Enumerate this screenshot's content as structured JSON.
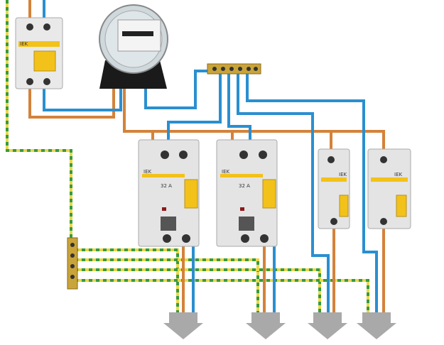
{
  "devices": {
    "brand": "IEK",
    "rcd_1_rating": "32 A",
    "rcd_2_rating": "32 A",
    "main_breaker_brand": "IEK",
    "branch_breaker_1_brand": "IEK",
    "branch_breaker_2_brand": "IEK"
  },
  "colors": {
    "phase": "#d4823a",
    "neutral": "#2a8fd0",
    "earth_yellow": "#e8d84a",
    "earth_green": "#3a9a3a",
    "toggle": "#f2c21a"
  }
}
